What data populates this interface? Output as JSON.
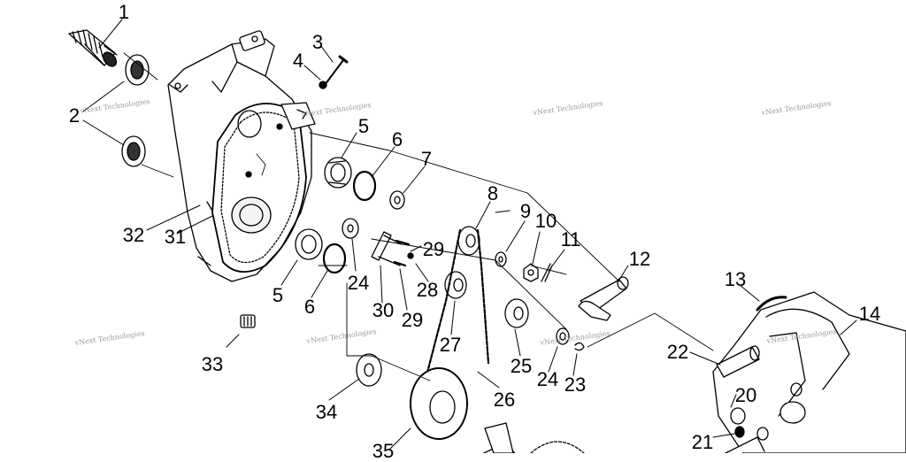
{
  "diagram": {
    "watermark_text": "vNext Technologies",
    "callouts": [
      {
        "id": "c1",
        "label": "1"
      },
      {
        "id": "c2",
        "label": "2"
      },
      {
        "id": "c3",
        "label": "3"
      },
      {
        "id": "c4",
        "label": "4"
      },
      {
        "id": "c5a",
        "label": "5"
      },
      {
        "id": "c6a",
        "label": "6"
      },
      {
        "id": "c7",
        "label": "7"
      },
      {
        "id": "c8",
        "label": "8"
      },
      {
        "id": "c9",
        "label": "9"
      },
      {
        "id": "c10",
        "label": "10"
      },
      {
        "id": "c11",
        "label": "11"
      },
      {
        "id": "c12",
        "label": "12"
      },
      {
        "id": "c13",
        "label": "13"
      },
      {
        "id": "c14",
        "label": "14"
      },
      {
        "id": "c32",
        "label": "32"
      },
      {
        "id": "c31",
        "label": "31"
      },
      {
        "id": "c29a",
        "label": "29"
      },
      {
        "id": "c24a",
        "label": "24"
      },
      {
        "id": "c28",
        "label": "28"
      },
      {
        "id": "c5b",
        "label": "5"
      },
      {
        "id": "c6b",
        "label": "6"
      },
      {
        "id": "c30",
        "label": "30"
      },
      {
        "id": "c29b",
        "label": "29"
      },
      {
        "id": "c27",
        "label": "27"
      },
      {
        "id": "c25a",
        "label": "25"
      },
      {
        "id": "c24b",
        "label": "24"
      },
      {
        "id": "c23",
        "label": "23"
      },
      {
        "id": "c22",
        "label": "22"
      },
      {
        "id": "c20",
        "label": "20"
      },
      {
        "id": "c21",
        "label": "21"
      },
      {
        "id": "c33",
        "label": "33"
      },
      {
        "id": "c34",
        "label": "34"
      },
      {
        "id": "c26",
        "label": "26"
      },
      {
        "id": "c35",
        "label": "35"
      }
    ]
  }
}
